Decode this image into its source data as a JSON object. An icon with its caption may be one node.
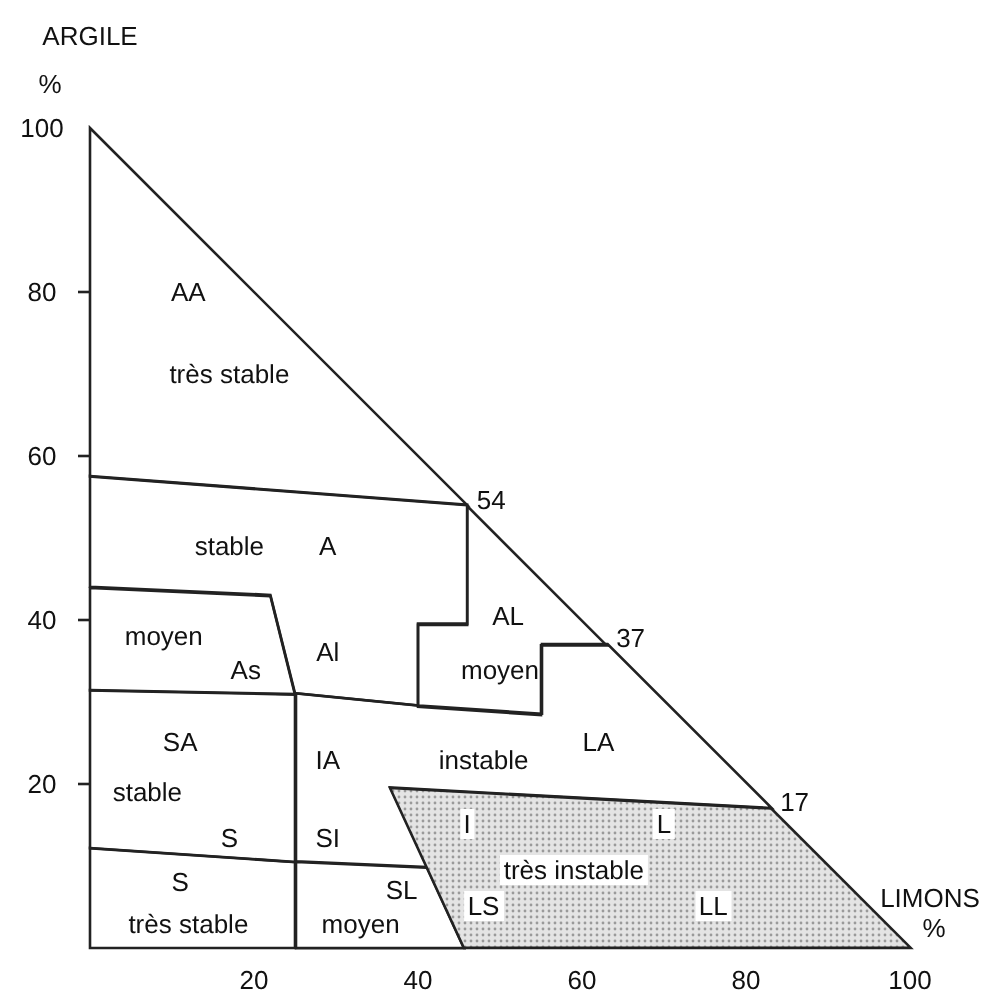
{
  "diagram": {
    "nodes": [
      {
        "text": [
          "AA",
          "très stable"
        ]
      },
      {
        "text": [
          "stable",
          "A",
          "Al"
        ]
      },
      {
        "text": [
          "AL",
          "moyen"
        ]
      },
      {
        "text": [
          "moyen",
          "As"
        ]
      },
      {
        "text": [
          "SA",
          "stable",
          "S"
        ]
      },
      {
        "text": [
          "IA",
          "instable",
          "LA",
          "SI"
        ]
      },
      {
        "text": [
          "S",
          "très stable"
        ]
      },
      {
        "text": [
          "SL",
          "moyen"
        ]
      },
      {
        "text": [
          "I",
          "L",
          "très instable",
          "LS",
          "LL"
        ]
      }
    ],
    "labels": [
      "ARGILE",
      "%",
      "100",
      "80",
      "60",
      "54",
      "40",
      "37",
      "20",
      "17",
      "LIMONS",
      "%",
      "20",
      "40",
      "60",
      "80",
      "100"
    ]
  }
}
